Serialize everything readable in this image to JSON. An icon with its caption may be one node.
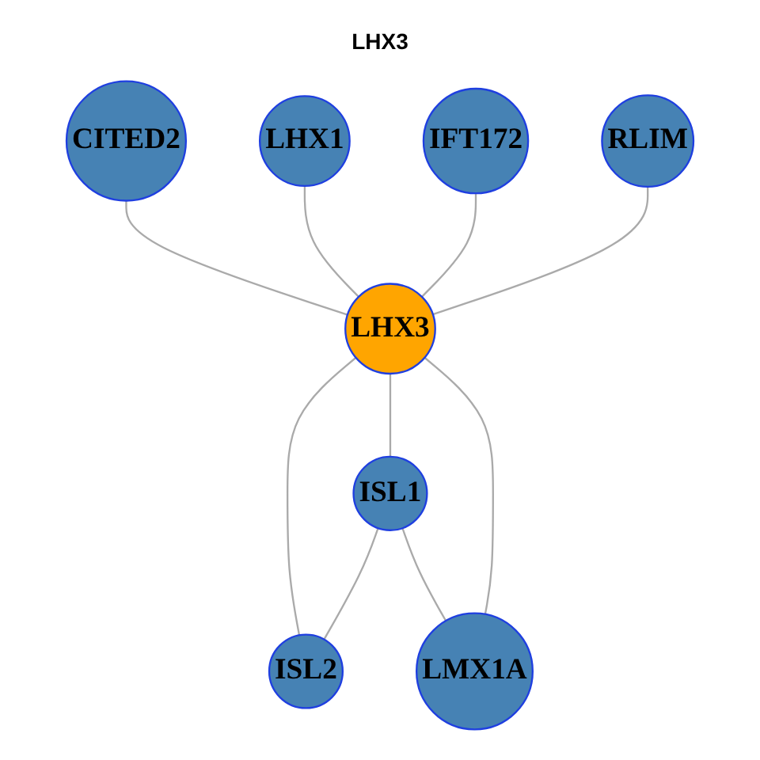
{
  "diagram": {
    "title": "LHX3",
    "nodes": [
      {
        "text": [
          "CITED2"
        ]
      },
      {
        "text": [
          "LHX1"
        ]
      },
      {
        "text": [
          "IFT172"
        ]
      },
      {
        "text": [
          "LHX3"
        ]
      },
      {
        "text": [
          "RLIM"
        ]
      },
      {
        "text": [
          "ISL2"
        ]
      },
      {
        "text": [
          "ISL1"
        ]
      },
      {
        "text": [
          "LMX1A"
        ]
      }
    ],
    "edges": [
      {
        "from": 0,
        "to": 3,
        "arrow": "none"
      },
      {
        "from": 1,
        "to": 3,
        "arrow": "none"
      },
      {
        "from": 2,
        "to": 3,
        "arrow": "none"
      },
      {
        "from": 4,
        "to": 3,
        "arrow": "none"
      },
      {
        "from": 3,
        "to": 5,
        "arrow": "none"
      },
      {
        "from": 3,
        "to": 6,
        "arrow": "none"
      },
      {
        "from": 3,
        "to": 7,
        "arrow": "none"
      },
      {
        "from": 6,
        "to": 5,
        "arrow": "none"
      },
      {
        "from": 6,
        "to": 7,
        "arrow": "none"
      }
    ]
  }
}
